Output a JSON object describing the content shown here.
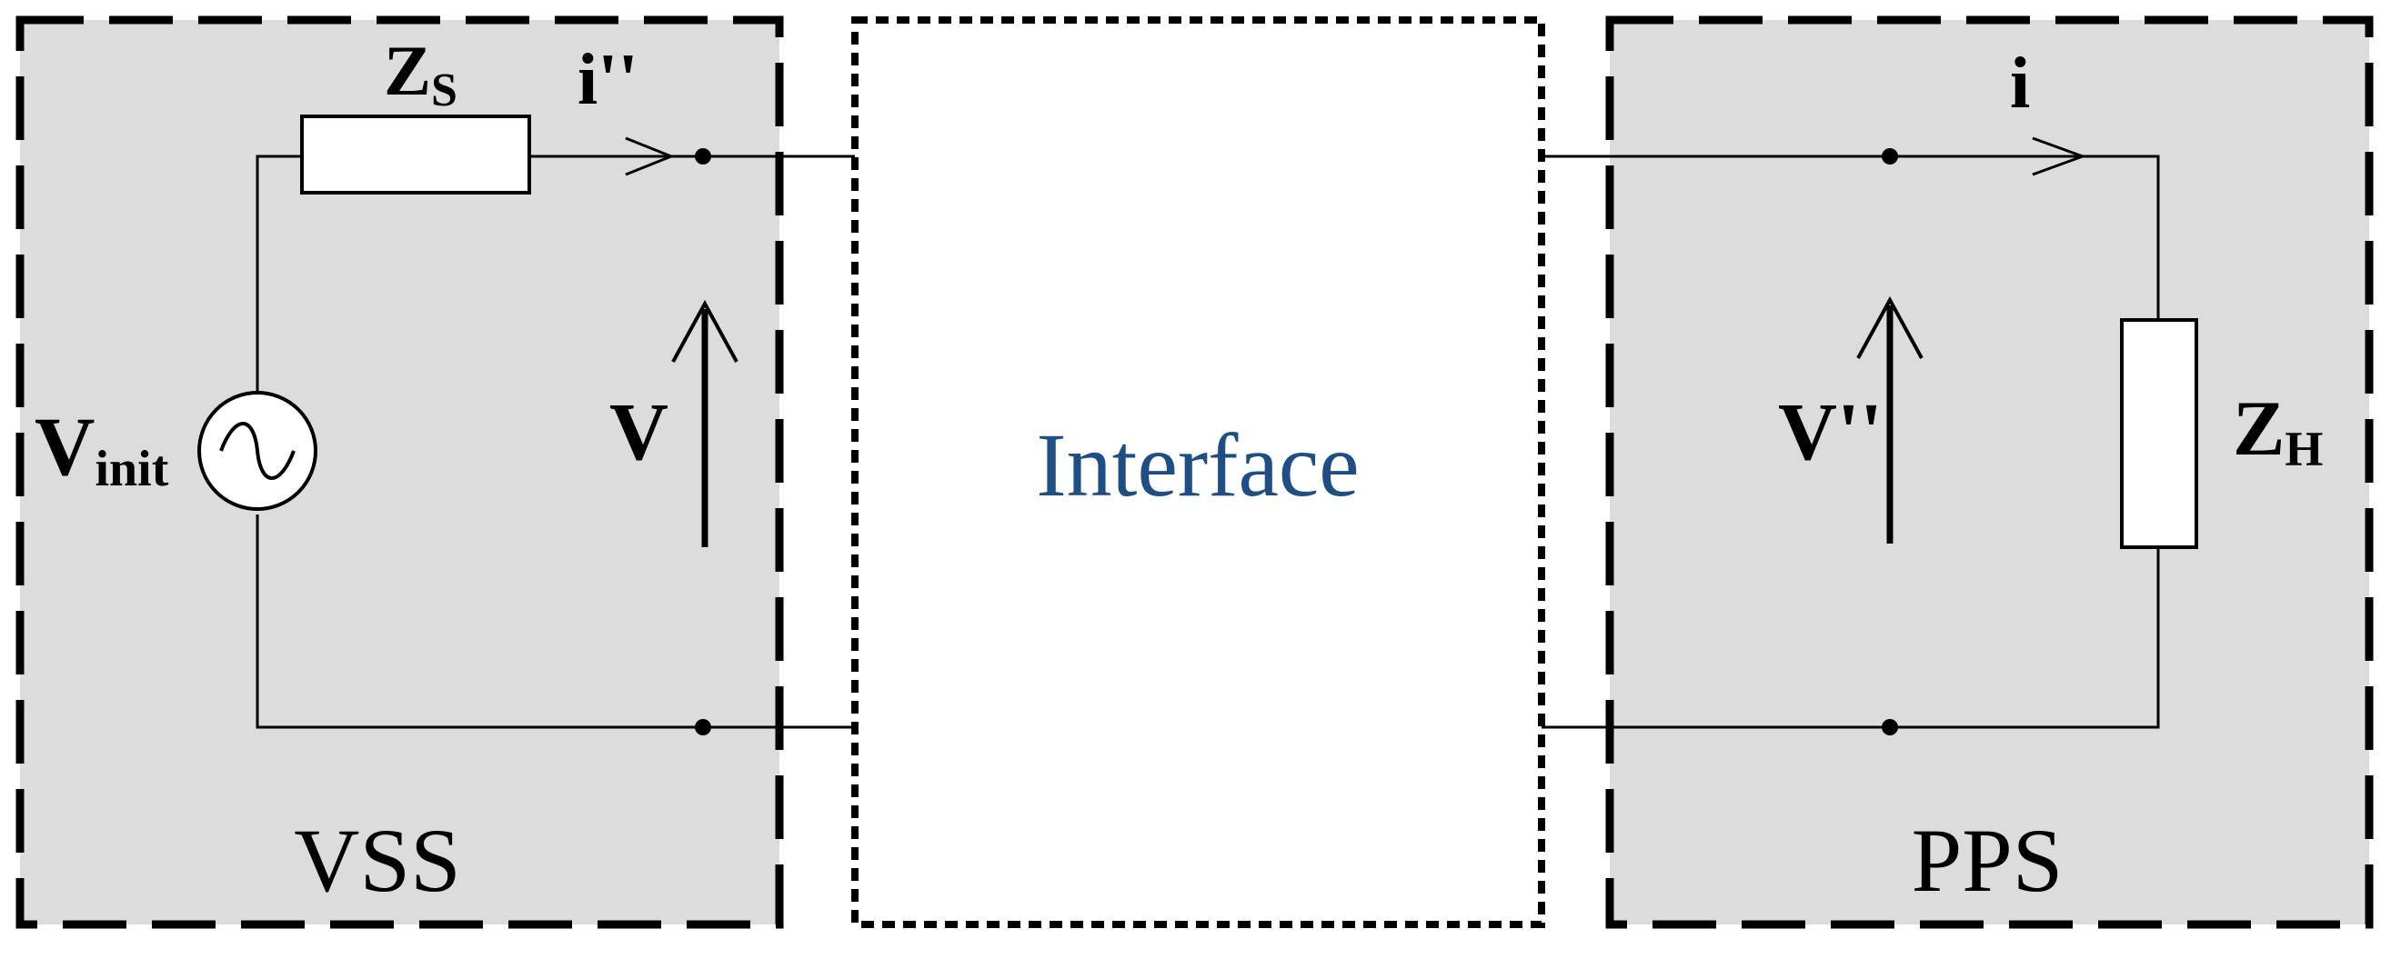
{
  "labels": {
    "zs_main": "Z",
    "zs_sub": "S",
    "i_pp": "i''",
    "v": "V",
    "vinit_main": "V",
    "vinit_sub": "init",
    "vss": "VSS",
    "interface": "Interface",
    "i": "i",
    "v_pp": "V''",
    "zh_main": "Z",
    "zh_sub": "H",
    "pps": "PPS"
  },
  "colors": {
    "panel_fill": "#dcdcdc",
    "line": "#000000",
    "interface_text": "#1f4e86",
    "interface_fill": "#ffffff"
  }
}
